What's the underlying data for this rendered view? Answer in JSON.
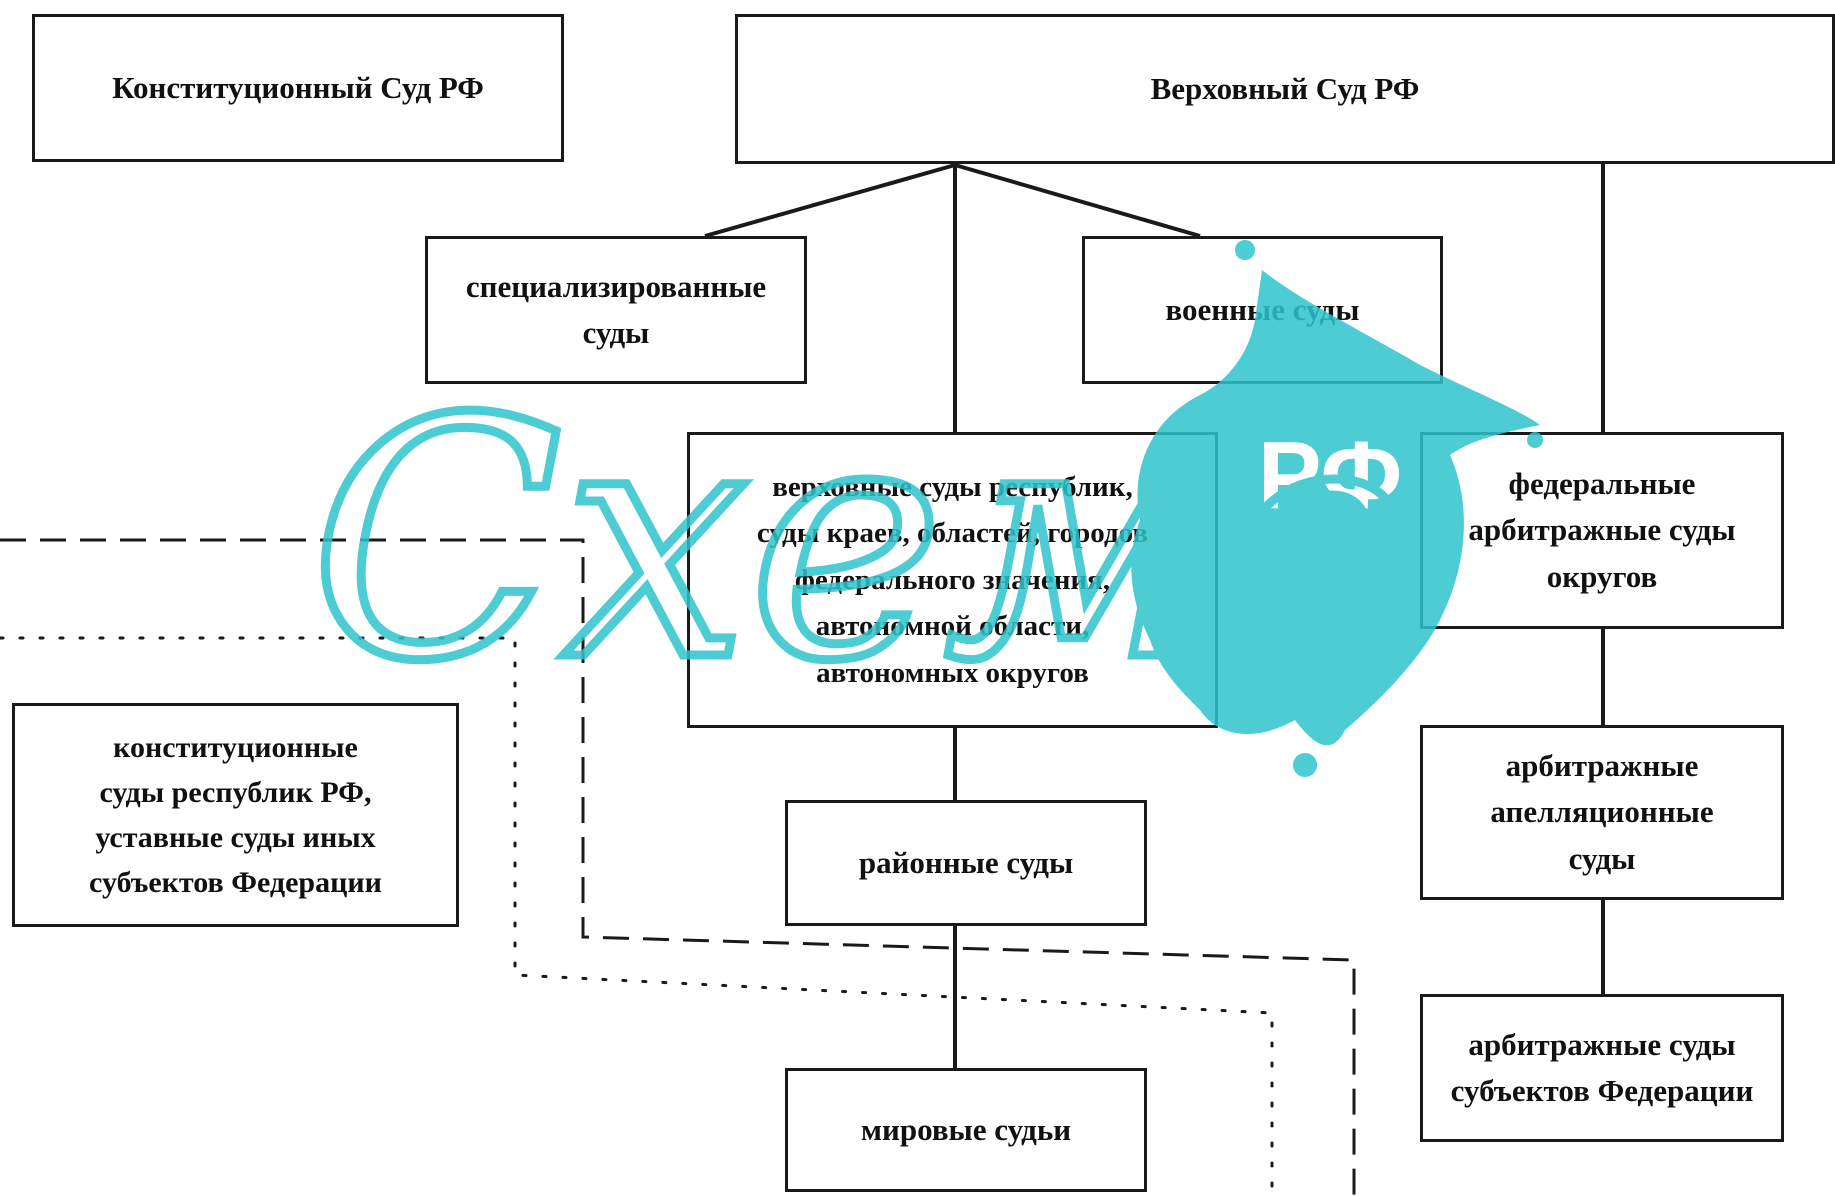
{
  "nodes": {
    "constitutional_court": "Конституционный Суд РФ",
    "supreme_court": "Верховный Суд РФ",
    "specialized_courts": "специализированные\nсуды",
    "military_courts": "военные суды",
    "regional_supreme_courts": "верховные суды республик,\nсуды краев, областей, городов\nфедерального значения,\nавтономной области,\nавтономных округов",
    "federal_arbitration_district_courts": "федеральные\nарбитражные суды\nокругов",
    "constitutional_courts_of_republics": "конституционные\nсуды республик РФ,\nуставные суды иных\nсубъектов Федерации",
    "district_courts": "районные суды",
    "arbitration_appeal_courts": "арбитражные\nапелляционные\nсуды",
    "justices_of_peace": "мировые судьи",
    "arbitration_courts_of_subjects": "арбитражные суды\nсубъектов Федерации"
  },
  "watermark": {
    "text": "Схемо",
    "badge": "РФ",
    "color": "#2ec4cc"
  },
  "colors": {
    "line": "#1a1a1a",
    "box_border": "#1a1a1a",
    "background": "#ffffff"
  }
}
